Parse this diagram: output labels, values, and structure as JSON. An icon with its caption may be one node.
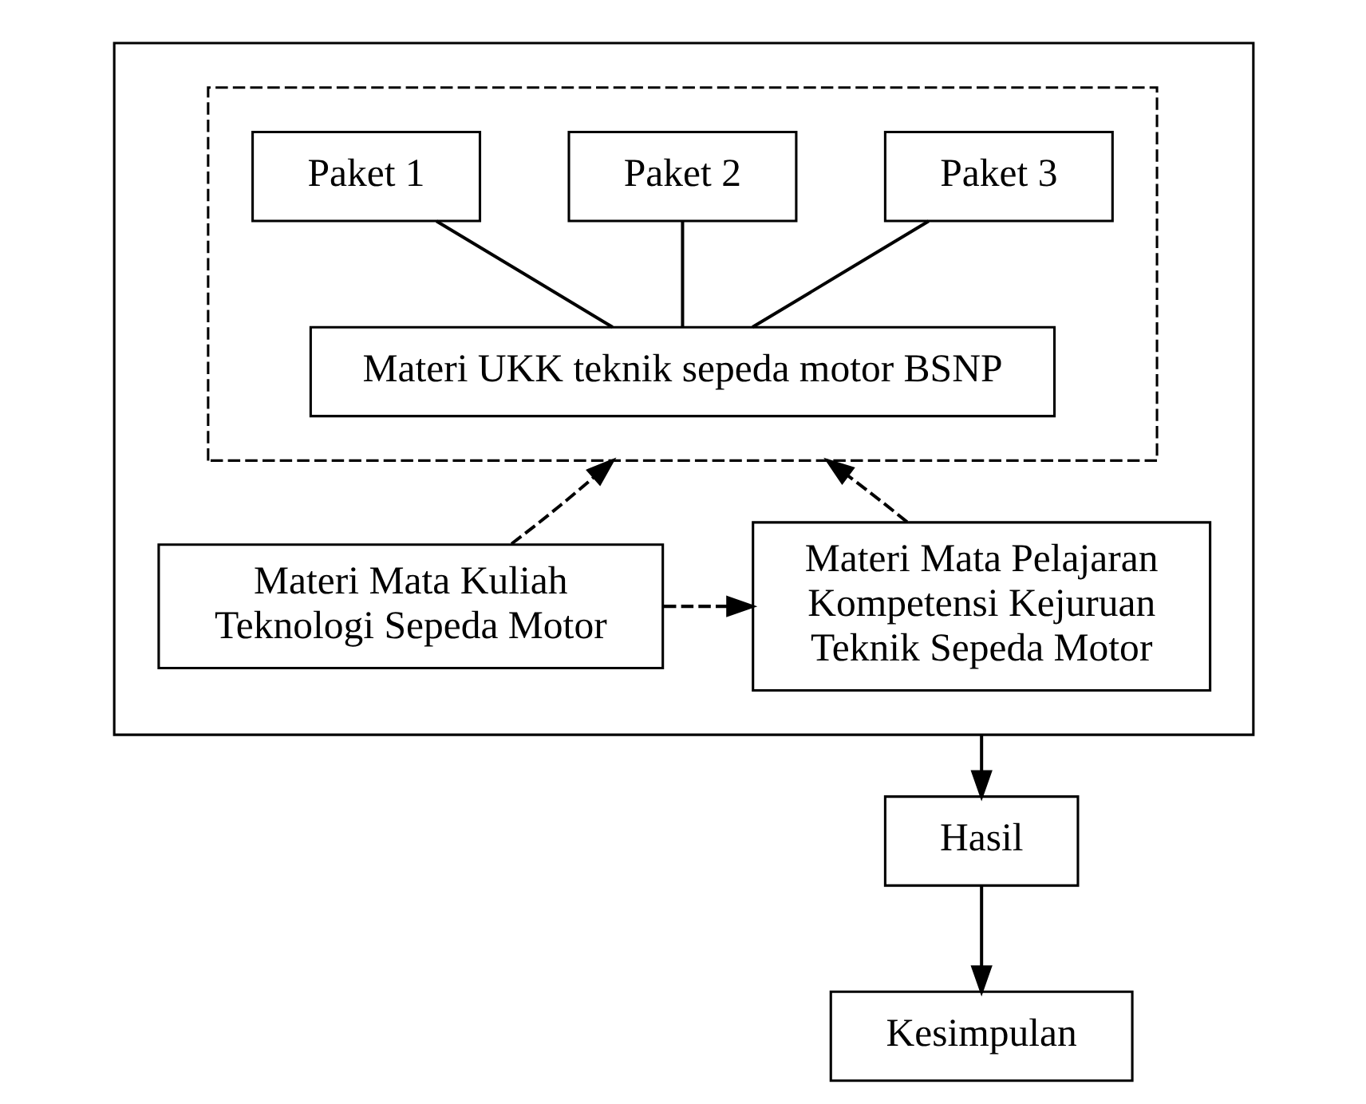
{
  "diagram": {
    "nodes": [
      {
        "text": [],
        "shape": "box"
      },
      {
        "text": [],
        "shape": "box",
        "in": 0
      },
      {
        "text": [
          "Paket 1"
        ],
        "in": 1
      },
      {
        "text": [
          "Paket 2"
        ],
        "in": 1
      },
      {
        "text": [
          "Paket 3"
        ],
        "in": 1
      },
      {
        "text": [
          "Materi UKK teknik sepeda motor BSNP"
        ],
        "in": 1
      },
      {
        "text": [
          "Materi Mata Kuliah Teknologi Sepeda Motor"
        ],
        "in": 0
      },
      {
        "text": [
          "Materi Mata Pelajaran Kompetensi Kejuruan Teknik Sepeda Motor"
        ],
        "in": 0
      },
      {
        "text": [
          "Hasil"
        ]
      },
      {
        "text": [
          "Kesimpulan"
        ]
      }
    ],
    "edges": [
      {
        "from": 2,
        "to": 5,
        "arrow": "none"
      },
      {
        "from": 3,
        "to": 5,
        "arrow": "none"
      },
      {
        "from": 4,
        "to": 5,
        "arrow": "none"
      },
      {
        "from": 6,
        "to": 1,
        "arrow": "to",
        "style": "dashed"
      },
      {
        "from": 7,
        "to": 1,
        "arrow": "to",
        "style": "dashed"
      },
      {
        "from": 6,
        "to": 7,
        "arrow": "to",
        "style": "dashed"
      },
      {
        "from": 0,
        "to": 8,
        "arrow": "to"
      },
      {
        "from": 8,
        "to": 9,
        "arrow": "to"
      }
    ]
  }
}
